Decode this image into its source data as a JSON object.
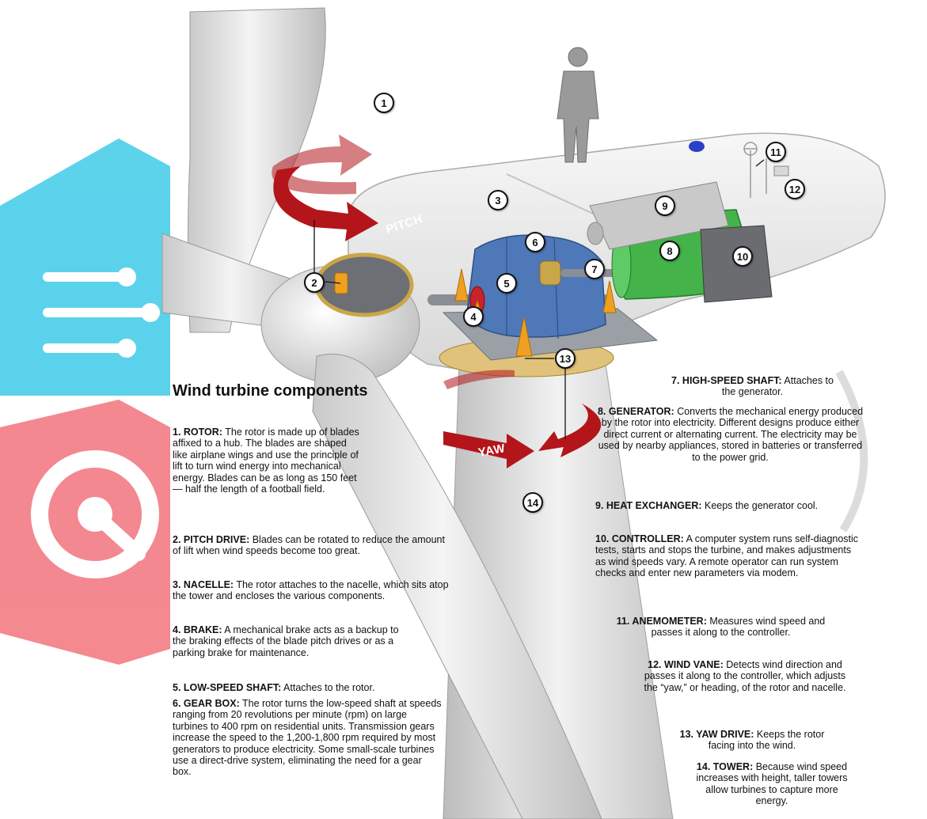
{
  "colors": {
    "arrow_red": "#b3151b",
    "gearbox_blue": "#4f78b8",
    "generator_green": "#43b34a",
    "orange_parts": "#f0a020",
    "watermark_cyan": "#36c8e6",
    "watermark_red": "#f0707a"
  },
  "icons": [
    "curved-pitch-arrow-icon",
    "curved-yaw-arrow-icon",
    "worker-figure-icon",
    "beacon-light-icon",
    "anemometer-icon",
    "wind-vane-icon",
    "watermark-circuit-icon",
    "watermark-gear-icon"
  ],
  "diagram": {
    "title": "Wind turbine components",
    "arrow_labels": {
      "pitch": "PITCH",
      "yaw": "YAW"
    },
    "callouts": [
      "1",
      "2",
      "3",
      "4",
      "5",
      "6",
      "7",
      "8",
      "9",
      "10",
      "11",
      "12",
      "13",
      "14"
    ],
    "components": [
      {
        "number": "1.",
        "name": "ROTOR:",
        "text": "The rotor is made up of blades affixed to a hub. The blades are shaped like airplane wings and use the principle of lift to turn wind energy into mechanical energy. Blades can be as long as 150 feet — half the length of a football field."
      },
      {
        "number": "2.",
        "name": "PITCH DRIVE:",
        "text": "Blades can be rotated to reduce the amount of lift when wind speeds become too great."
      },
      {
        "number": "3.",
        "name": "NACELLE:",
        "text": "The rotor attaches to the nacelle, which sits atop the tower and encloses the various components."
      },
      {
        "number": "4.",
        "name": "BRAKE:",
        "text": "A mechanical brake acts as a backup to the braking effects of the blade pitch drives or as a parking brake for maintenance."
      },
      {
        "number": "5.",
        "name": "LOW-SPEED SHAFT:",
        "text": "Attaches to the rotor."
      },
      {
        "number": "6.",
        "name": "GEAR BOX:",
        "text": "The rotor turns the low-speed shaft at speeds ranging from 20 revolutions per minute (rpm) on large turbines to 400 rpm on residential units. Transmission gears increase the speed to the 1,200-1,800 rpm required by most generators to produce electricity. Some small-scale turbines use a direct-drive system, eliminating the need for a gear box."
      },
      {
        "number": "7.",
        "name": "HIGH-SPEED SHAFT:",
        "text": "Attaches to the generator."
      },
      {
        "number": "8.",
        "name": "GENERATOR:",
        "text": "Converts the mechanical energy produced by the rotor into electricity. Different designs produce either direct current or alternating current. The electricity may be used by nearby appliances, stored in batteries or transferred to the power grid."
      },
      {
        "number": "9.",
        "name": "HEAT EXCHANGER:",
        "text": "Keeps the generator cool."
      },
      {
        "number": "10.",
        "name": "CONTROLLER:",
        "text": "A computer system runs self-diagnostic tests, starts and stops the turbine, and makes adjustments as wind speeds vary. A remote operator can run system checks and enter new parameters via modem."
      },
      {
        "number": "11.",
        "name": "ANEMOMETER:",
        "text": "Measures wind speed and passes it along to the controller."
      },
      {
        "number": "12.",
        "name": "WIND VANE:",
        "text": "Detects wind direction and passes it along to the controller, which adjusts the “yaw,” or heading, of the rotor and nacelle."
      },
      {
        "number": "13.",
        "name": "YAW DRIVE:",
        "text": "Keeps the rotor facing into the wind."
      },
      {
        "number": "14.",
        "name": "TOWER:",
        "text": "Because wind speed increases with height, taller towers allow turbines to capture more energy."
      }
    ]
  }
}
